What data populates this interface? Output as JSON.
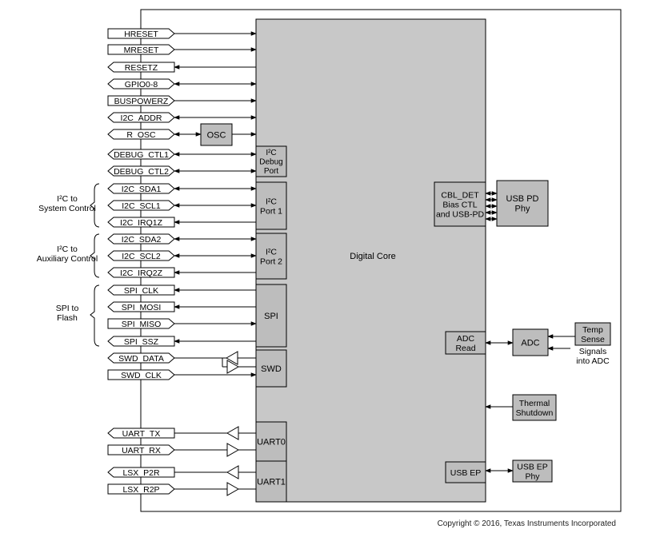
{
  "core": {
    "label": "Digital Core"
  },
  "signals": [
    {
      "label": "HRESET",
      "dir": "in"
    },
    {
      "label": "MRESET",
      "dir": "in"
    },
    {
      "label": "RESETZ",
      "dir": "out"
    },
    {
      "label": "GPIO0-8",
      "dir": "bi"
    },
    {
      "label": "BUSPOWERZ",
      "dir": "in"
    },
    {
      "label": "I2C_ADDR",
      "dir": "bi"
    },
    {
      "label": "R_OSC",
      "dir": "bi"
    },
    {
      "label": "DEBUG_CTL1",
      "dir": "bi"
    },
    {
      "label": "DEBUG_CTL2",
      "dir": "bi"
    },
    {
      "label": "I2C_SDA1",
      "dir": "bi"
    },
    {
      "label": "I2C_SCL1",
      "dir": "bi"
    },
    {
      "label": "I2C_IRQ1Z",
      "dir": "out"
    },
    {
      "label": "I2C_SDA2",
      "dir": "bi"
    },
    {
      "label": "I2C_SCL2",
      "dir": "bi"
    },
    {
      "label": "I2C_IRQ2Z",
      "dir": "out"
    },
    {
      "label": "SPI_CLK",
      "dir": "out"
    },
    {
      "label": "SPI_MOSI",
      "dir": "out"
    },
    {
      "label": "SPI_MISO",
      "dir": "in"
    },
    {
      "label": "SPI_SSZ",
      "dir": "out"
    },
    {
      "label": "SWD_DATA",
      "dir": "bi"
    },
    {
      "label": "SWD_CLK",
      "dir": "in"
    },
    {
      "label": "UART_TX",
      "dir": "out"
    },
    {
      "label": "UART_RX",
      "dir": "in"
    },
    {
      "label": "LSX_P2R",
      "dir": "out"
    },
    {
      "label": "LSX_R2P",
      "dir": "in"
    }
  ],
  "groups": [
    {
      "lines": [
        "I²C to",
        "System Control"
      ]
    },
    {
      "lines": [
        "I²C to",
        "Auxiliary Control"
      ]
    },
    {
      "lines": [
        "SPI to",
        "Flash"
      ]
    }
  ],
  "blocks": {
    "osc": [
      "OSC"
    ],
    "i2c_debug": [
      "I²C",
      "Debug",
      "Port"
    ],
    "i2c_port1": [
      "I²C",
      "Port 1"
    ],
    "i2c_port2": [
      "I²C",
      "Port 2"
    ],
    "spi": [
      "SPI"
    ],
    "swd": [
      "SWD"
    ],
    "uart0": [
      "UART0"
    ],
    "uart1": [
      "UART1"
    ],
    "cbl_det": [
      "CBL_DET",
      "Bias CTL",
      "and USB-PD"
    ],
    "usb_pd_phy": [
      "USB PD",
      "Phy"
    ],
    "adc_read": [
      "ADC",
      "Read"
    ],
    "adc": [
      "ADC"
    ],
    "temp_sense": [
      "Temp",
      "Sense"
    ],
    "signals_adc": [
      "Signals",
      "into ADC"
    ],
    "thermal": [
      "Thermal",
      "Shutdown"
    ],
    "usb_ep": [
      "USB EP"
    ],
    "usb_ep_phy": [
      "USB EP",
      "Phy"
    ]
  },
  "colors": {
    "core": "#c8c8c8",
    "block": "#bdbdbd",
    "line": "#000000"
  },
  "copyright": "Copyright © 2016, Texas Instruments Incorporated"
}
